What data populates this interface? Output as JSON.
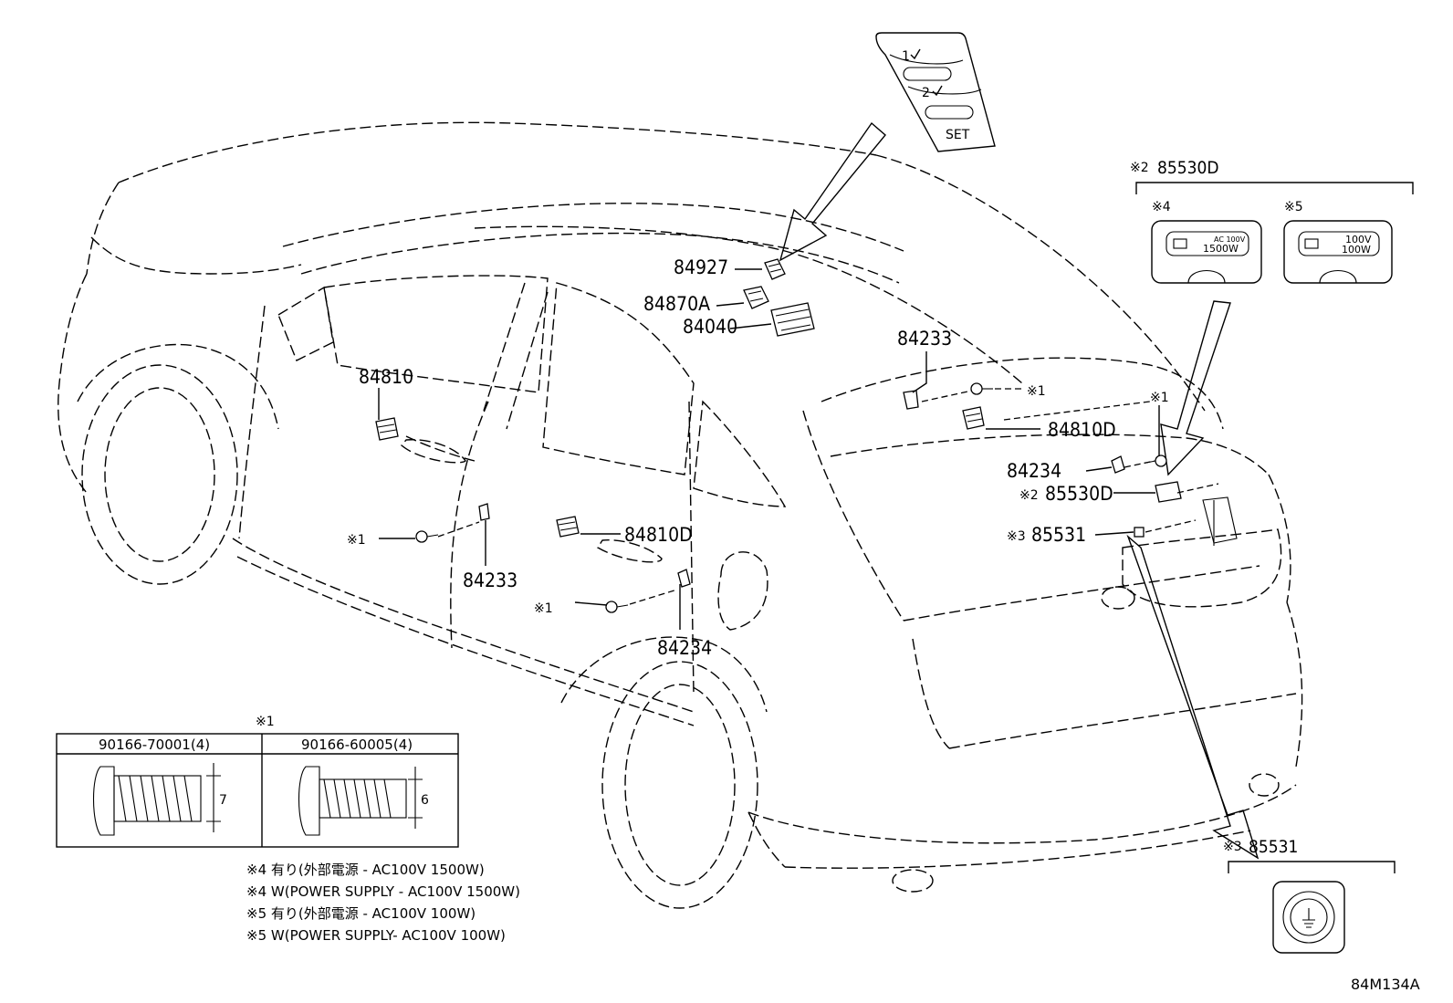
{
  "diagram_id": "84M134A",
  "callouts": {
    "c84927": "84927",
    "c84870A": "84870A",
    "c84040": "84040",
    "c84810": "84810",
    "c84233_top": "84233",
    "c84810D_top": "84810D",
    "c84234_top": "84234",
    "c85530D": "85530D",
    "c85531": "85531",
    "c84233_left": "84233",
    "c84810D_mid": "84810D",
    "c84234_mid": "84234",
    "ref1": "※1",
    "ref2": "※2",
    "ref3": "※3"
  },
  "seat_memory_switch": {
    "btn1": "1",
    "btn2": "2",
    "set": "SET"
  },
  "inset_85530D": {
    "title_ref": "※2",
    "title_part": "85530D",
    "opt4": "※4",
    "opt5": "※5",
    "opt4_line1": "AC 100V",
    "opt4_line2": "1500W",
    "opt5_line1": "100V",
    "opt5_line2": "100W"
  },
  "inset_85531": {
    "title_ref": "※3",
    "title_part": "85531"
  },
  "bolt_table": {
    "ref": "※1",
    "columns": [
      "90166-70001(4)",
      "90166-60005(4)"
    ],
    "dims": [
      "7",
      "6"
    ]
  },
  "notes": [
    "※4 有り(外部電源 - AC100V 1500W)",
    "※4 W(POWER SUPPLY - AC100V 1500W)",
    "※5 有り(外部電源 - AC100V 100W)",
    "※5  W(POWER SUPPLY- AC100V 100W)"
  ]
}
